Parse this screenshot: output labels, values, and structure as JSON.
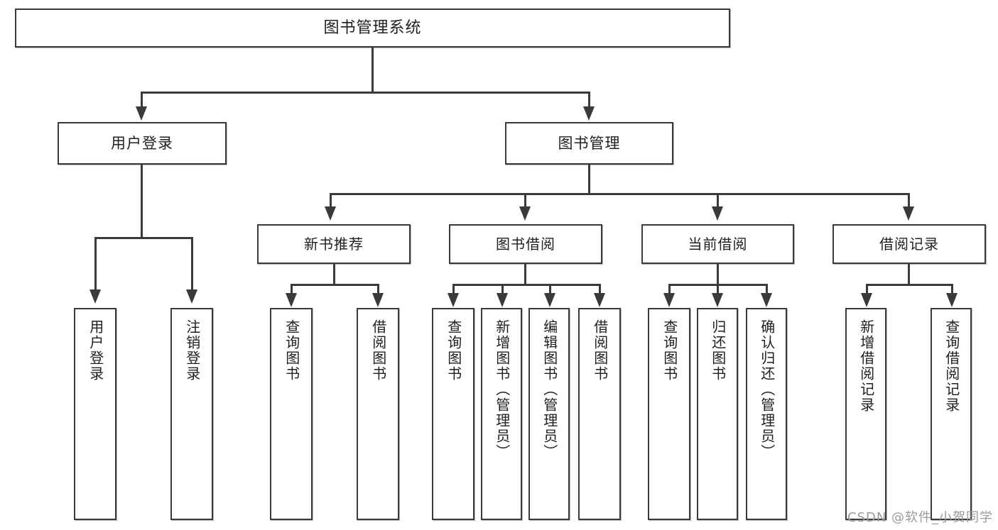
{
  "diagram": {
    "title": "图书管理系统",
    "type": "tree",
    "watermark": "CSDN @软件_小贺同学",
    "accent_color": "#3a3a3a",
    "background_color": "#ffffff",
    "nodes": {
      "root": {
        "label": "图书管理系统"
      },
      "level2": [
        {
          "label": "用户登录"
        },
        {
          "label": "图书管理"
        }
      ],
      "level3": [
        {
          "label": "新书推荐"
        },
        {
          "label": "图书借阅"
        },
        {
          "label": "当前借阅"
        },
        {
          "label": "借阅记录"
        }
      ],
      "leaves": {
        "user_login": [
          {
            "label": "用户登录"
          },
          {
            "label": "注销登录"
          }
        ],
        "new_book": [
          {
            "label": "查询图书"
          },
          {
            "label": "借阅图书"
          }
        ],
        "book_borrow": [
          {
            "label": "查询图书"
          },
          {
            "label": "新增图书（管理员）"
          },
          {
            "label": "编辑图书（管理员）"
          },
          {
            "label": "借阅图书"
          }
        ],
        "current_borrow": [
          {
            "label": "查询图书"
          },
          {
            "label": "归还图书"
          },
          {
            "label": "确认归还（管理员）"
          }
        ],
        "borrow_record": [
          {
            "label": "新增借阅记录"
          },
          {
            "label": "查询借阅记录"
          }
        ]
      }
    }
  }
}
